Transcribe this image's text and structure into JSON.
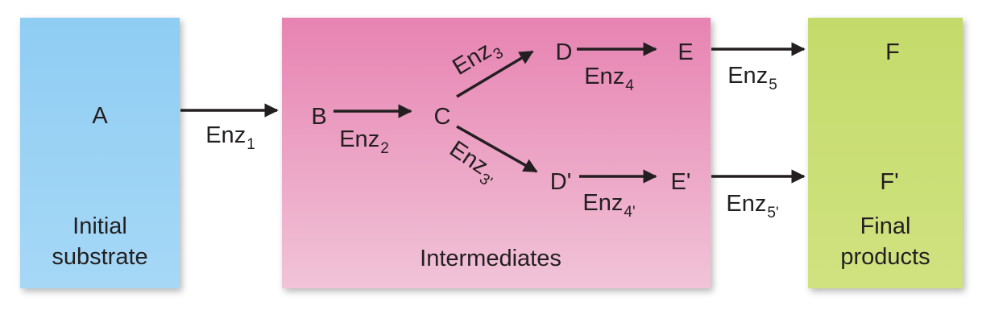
{
  "boxes": {
    "substrate": {
      "caption_line1": "Initial",
      "caption_line2": "substrate"
    },
    "intermediates": {
      "caption": "Intermediates"
    },
    "products": {
      "caption_line1": "Final",
      "caption_line2": "products"
    }
  },
  "nodes": {
    "A": "A",
    "B": "B",
    "C": "C",
    "D": "D",
    "E": "E",
    "D_prime": "D'",
    "E_prime": "E'",
    "F": "F",
    "F_prime": "F'"
  },
  "enzymes": {
    "enz1": {
      "base": "Enz",
      "sub": "1"
    },
    "enz2": {
      "base": "Enz",
      "sub": "2"
    },
    "enz3": {
      "base": "Enz",
      "sub": "3"
    },
    "enz3_prime": {
      "base": "Enz",
      "sub": "3'"
    },
    "enz4": {
      "base": "Enz",
      "sub": "4"
    },
    "enz4_prime": {
      "base": "Enz",
      "sub": "4'"
    },
    "enz5": {
      "base": "Enz",
      "sub": "5"
    },
    "enz5_prime": {
      "base": "Enz",
      "sub": "5'"
    }
  },
  "colors": {
    "substrate_box": "#8fcdf3",
    "intermediates_box": "#e783b2",
    "products_box": "#c4db6b",
    "arrow": "#231f20"
  }
}
